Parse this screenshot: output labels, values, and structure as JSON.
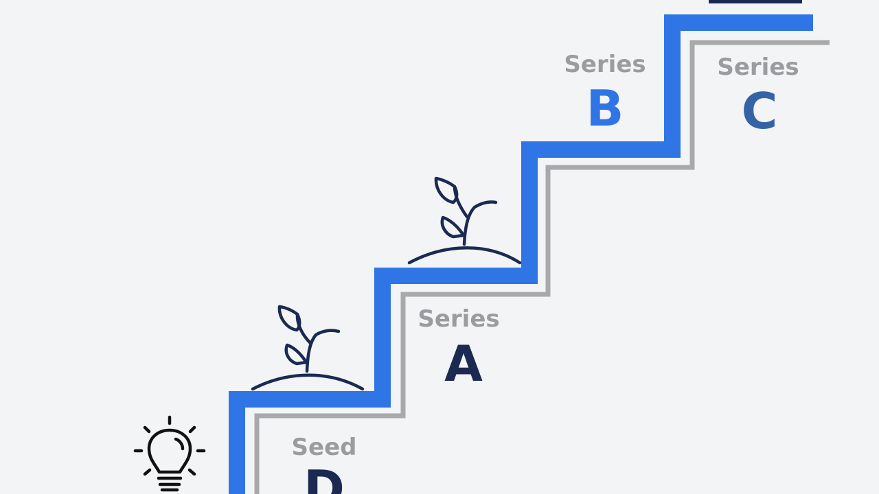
{
  "colors": {
    "background": "#f3f4f5",
    "blue_stair": "#2f75e6",
    "gray_stair": "#a8a9ac",
    "label_gray": "#9b9c9f",
    "navy": "#1b2a52",
    "blue_letter": "#2f75e6",
    "steel_letter": "#3563a6"
  },
  "stages": [
    {
      "top": "Seed",
      "letter": "D"
    },
    {
      "top": "Series",
      "letter": "A"
    },
    {
      "top": "Series",
      "letter": "B"
    },
    {
      "top": "Series",
      "letter": "C"
    }
  ],
  "icons": [
    "lightbulb-icon",
    "sprout-icon",
    "sprout-icon",
    "top-box"
  ]
}
